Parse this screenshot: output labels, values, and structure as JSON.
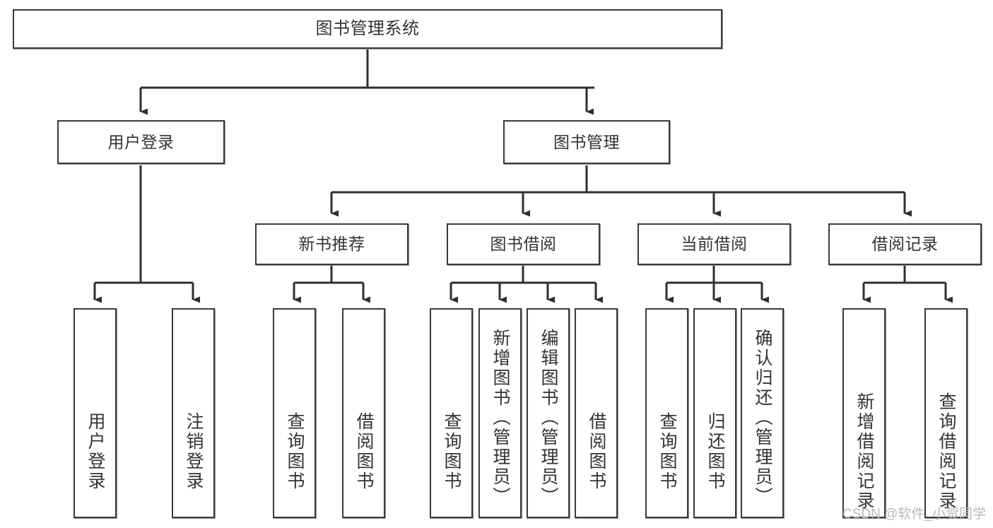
{
  "diagram": {
    "title": "图书管理系统",
    "type": "tree-hierarchy-chart",
    "colors": {
      "box_border": "#3a3a3a",
      "box_fill": "#ffffff",
      "connector": "#2f2f2f",
      "text": "#333333",
      "watermark": "#b9b9b9",
      "background": "#ffffff"
    },
    "watermark": "CSDN @软件_小贺同学",
    "root": {
      "label": "图书管理系统"
    },
    "level2": [
      {
        "label": "用户登录"
      },
      {
        "label": "图书管理"
      }
    ],
    "level3": [
      {
        "label": "新书推荐"
      },
      {
        "label": "图书借阅"
      },
      {
        "label": "当前借阅"
      },
      {
        "label": "借阅记录"
      }
    ],
    "leaves": {
      "user_login": [
        {
          "label": "用户登录"
        },
        {
          "label": "注销登录"
        }
      ],
      "new_book_recommend": [
        {
          "label": "查询图书"
        },
        {
          "label": "借阅图书"
        }
      ],
      "book_borrow": [
        {
          "label": "查询图书"
        },
        {
          "label": "新增图书（管理员）"
        },
        {
          "label": "编辑图书（管理员）"
        },
        {
          "label": "借阅图书"
        }
      ],
      "current_borrow": [
        {
          "label": "查询图书"
        },
        {
          "label": "归还图书"
        },
        {
          "label": "确认归还（管理员）"
        }
      ],
      "borrow_record": [
        {
          "label": "新增借阅记录"
        },
        {
          "label": "查询借阅记录"
        }
      ]
    }
  }
}
